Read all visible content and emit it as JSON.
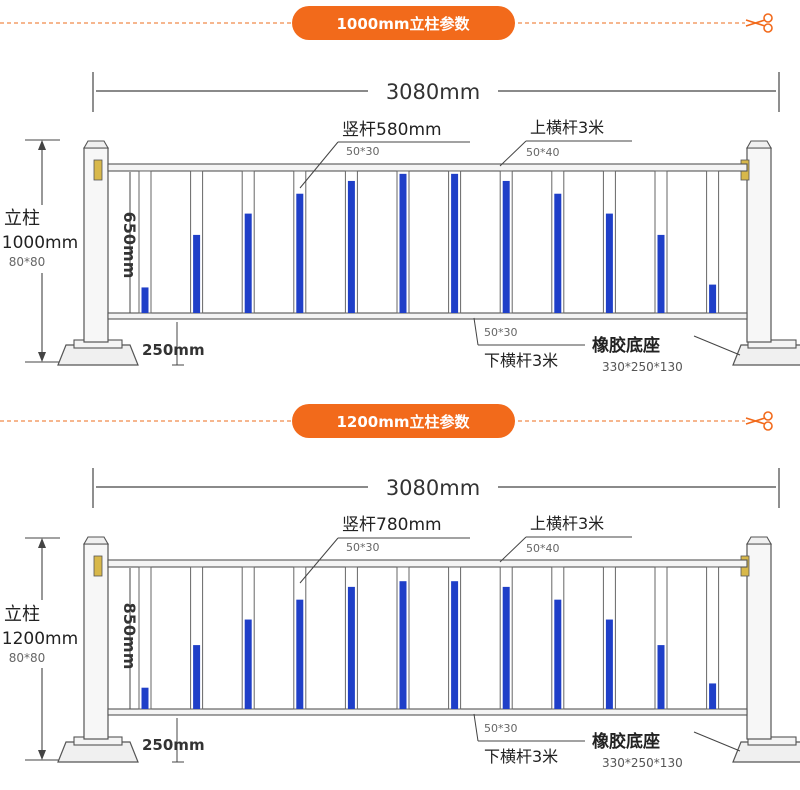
{
  "colors": {
    "accent_orange": "#f26a1b",
    "cut_line": "#f08a4b",
    "post_fill": "#f7f7f7",
    "outline": "#555555",
    "dimension": "#444444",
    "picket_blue": "#1f3fc8",
    "text": "#2a2a2a",
    "sub_text": "#666666"
  },
  "sections": [
    {
      "banner": "1000mm立柱参数",
      "total_width": "3080mm",
      "post_label": "立柱",
      "post_height": "1000mm",
      "post_size": "80*80",
      "panel_height": "650mm",
      "ground_gap": "250mm",
      "picket_label": "竖杆580mm",
      "picket_size": "50*30",
      "top_rail_label": "上横杆3米",
      "top_rail_size": "50*40",
      "bottom_rail_size": "50*30",
      "bottom_rail_label": "下横杆3米",
      "base_label": "橡胶底座",
      "base_size": "330*250*130",
      "picket_blue_fill": [
        0.18,
        0.55,
        0.7,
        0.84,
        0.93,
        0.98,
        0.98,
        0.93,
        0.84,
        0.7,
        0.55,
        0.2
      ]
    },
    {
      "banner": "1200mm立柱参数",
      "total_width": "3080mm",
      "post_label": "立柱",
      "post_height": "1200mm",
      "post_size": "80*80",
      "panel_height": "850mm",
      "ground_gap": "250mm",
      "picket_label": "竖杆780mm",
      "picket_size": "50*30",
      "top_rail_label": "上横杆3米",
      "top_rail_size": "50*40",
      "bottom_rail_size": "50*30",
      "bottom_rail_label": "下横杆3米",
      "base_label": "橡胶底座",
      "base_size": "330*250*130",
      "picket_blue_fill": [
        0.15,
        0.45,
        0.63,
        0.77,
        0.86,
        0.9,
        0.9,
        0.86,
        0.77,
        0.63,
        0.45,
        0.18
      ]
    }
  ]
}
